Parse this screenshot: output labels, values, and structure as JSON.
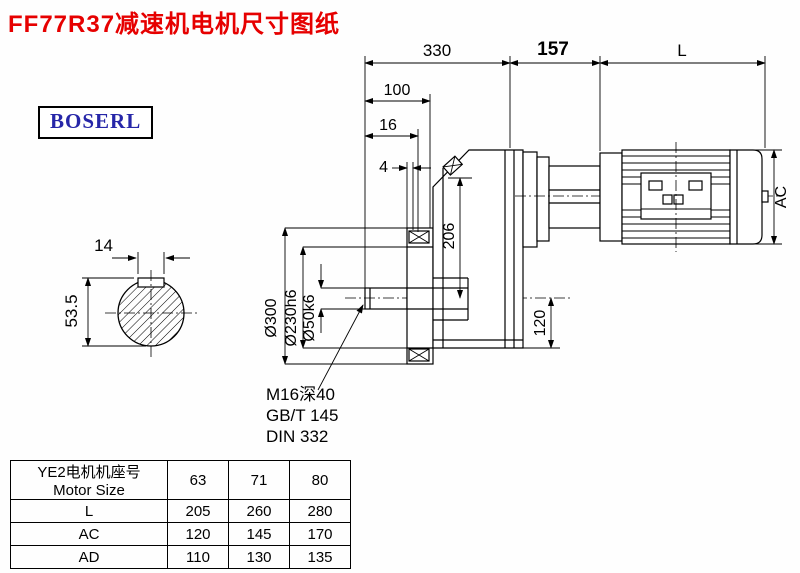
{
  "title": "FF77R37减速机电机尺寸图纸",
  "brand": "BOSERL",
  "dims": {
    "len_330": "330",
    "len_157": "157",
    "len_L": "L",
    "len_100": "100",
    "len_16": "16",
    "len_4": "4",
    "height_206": "206",
    "height_120": "120",
    "height_AC": "AC",
    "dia_300": "Ø300",
    "dia_230": "Ø230h6",
    "dia_50": "Ø50k6",
    "key_width_14": "14",
    "key_height_53_5": "53.5"
  },
  "notes": {
    "thread": "M16深40",
    "gbt": "GB/T 145",
    "din": "DIN 332"
  },
  "table": {
    "header_cn": "YE2电机机座号",
    "header_en": "Motor Size",
    "sizes": [
      "63",
      "71",
      "80"
    ],
    "rows": [
      {
        "label": "L",
        "values": [
          "205",
          "260",
          "280"
        ]
      },
      {
        "label": "AC",
        "values": [
          "120",
          "145",
          "170"
        ]
      },
      {
        "label": "AD",
        "values": [
          "110",
          "130",
          "135"
        ]
      }
    ]
  }
}
